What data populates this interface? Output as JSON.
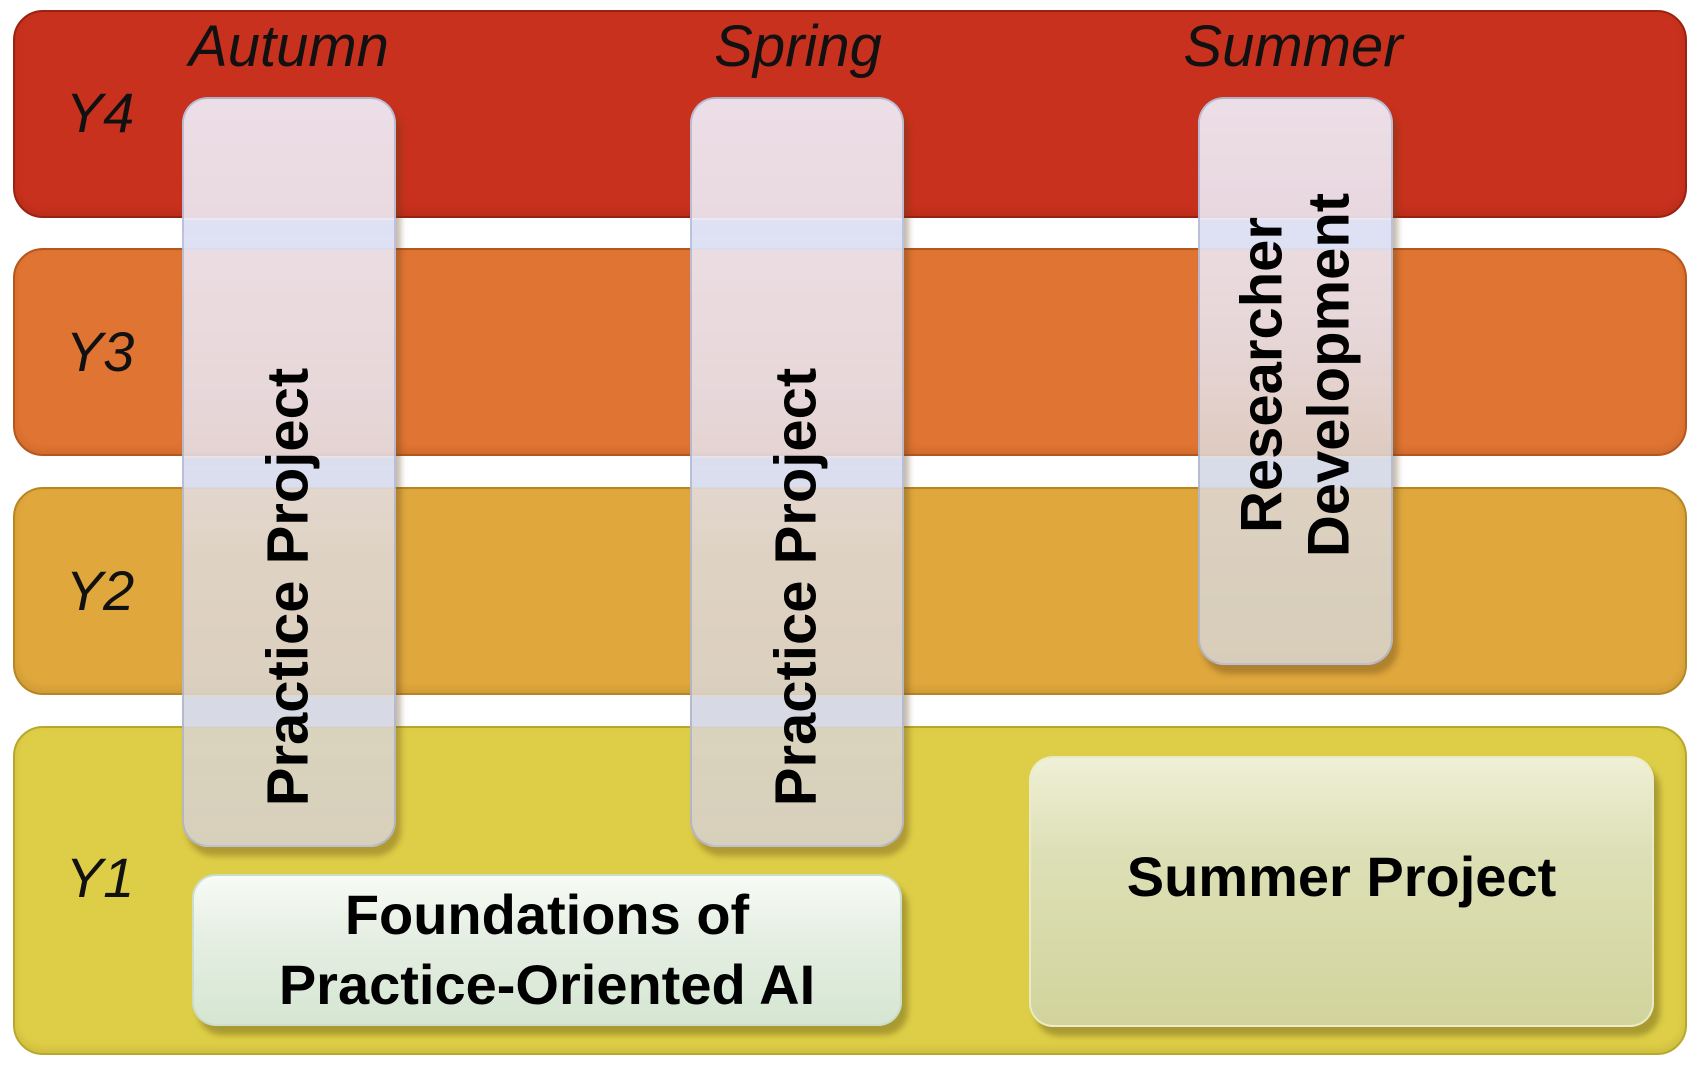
{
  "years": [
    {
      "id": "y4",
      "label": "Y4",
      "color": "#c8311d"
    },
    {
      "id": "y3",
      "label": "Y3",
      "color": "#e07432"
    },
    {
      "id": "y2",
      "label": "Y2",
      "color": "#dfa73c"
    },
    {
      "id": "y1",
      "label": "Y1",
      "color": "#decd46"
    }
  ],
  "terms": [
    "Autumn",
    "Spring",
    "Summer"
  ],
  "pillars": {
    "autumn": "Practice Project",
    "spring": "Practice Project",
    "summer_line1": "Researcher",
    "summer_line2": "Development"
  },
  "boxes": {
    "foundations_line1": "Foundations of",
    "foundations_line2": "Practice-Oriented AI",
    "summer_project": "Summer Project"
  }
}
